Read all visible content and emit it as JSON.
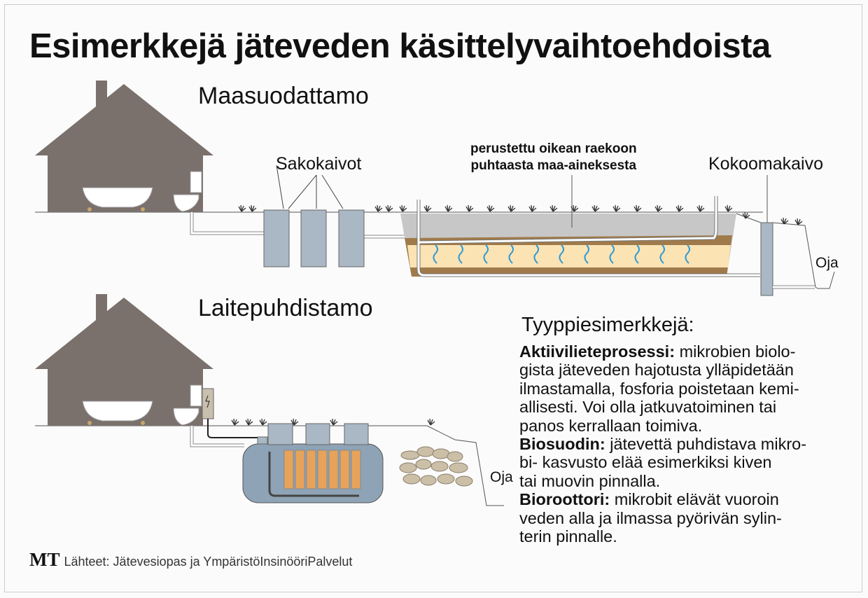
{
  "title": "Esimerkkejä jäteveden käsittelyvaihtoehdoista",
  "section1": {
    "title": "Maasuodattamo",
    "septic_label": "Sakokaivot",
    "filter_note": [
      "perustettu oikean raekoon",
      "puhtaasta maa-aineksesta"
    ],
    "collector_label": "Kokoomakaivo",
    "ditch_label": "Oja"
  },
  "section2": {
    "title": "Laitepuhdistamo",
    "ditch_label": "Oja"
  },
  "types": {
    "heading": "Tyyppiesimerkkejä:",
    "items": [
      {
        "name": "Aktiivilieteprosessi:",
        "lines": [
          " mikrobien biolo-",
          "gista jäteveden hajotusta ylläpidetään",
          "ilmastamalla, fosforia poistetaan kemi-",
          "allisesti. Voi olla jatkuvatoiminen tai",
          "panos kerrallaan toimiva."
        ]
      },
      {
        "name": "Biosuodin:",
        "lines": [
          " jätevettä puhdistava mikro-",
          "bi- kasvusto elää esimerkiksi kiven",
          "tai muovin pinnalla."
        ]
      },
      {
        "name": "Bioroottori:",
        "lines": [
          " mikrobit elävät vuoroin",
          "veden alla ja ilmassa pyörivän sylin-",
          "terin pinnalle."
        ]
      }
    ]
  },
  "footer": {
    "logo": "MT",
    "source": "Lähteet: Jätevesiopas ja YmpäristöInsinööriPalvelut"
  },
  "colors": {
    "house": "#7a706c",
    "tank": "#a9b8c4",
    "gravel": "#c9c9c9",
    "sand": "#fbe3b4",
    "soil": "#a07a4a",
    "water": "#2f9bd6"
  }
}
